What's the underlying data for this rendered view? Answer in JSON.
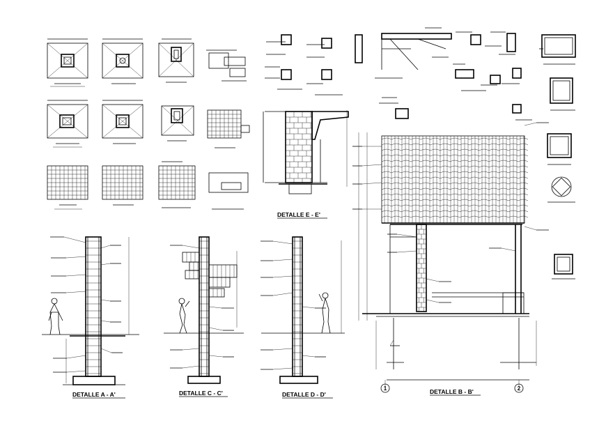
{
  "drawing": {
    "section_titles": {
      "a": "DETALLE A - A'",
      "c": "DETALLE C - C'",
      "d": "DETALLE D - D'",
      "e": "DETALLE E - E'",
      "b": "DETALLE B - B'"
    },
    "axis_markers": [
      "1",
      "2"
    ],
    "colors": {
      "ink": "#000000",
      "paper": "#ffffff"
    }
  }
}
